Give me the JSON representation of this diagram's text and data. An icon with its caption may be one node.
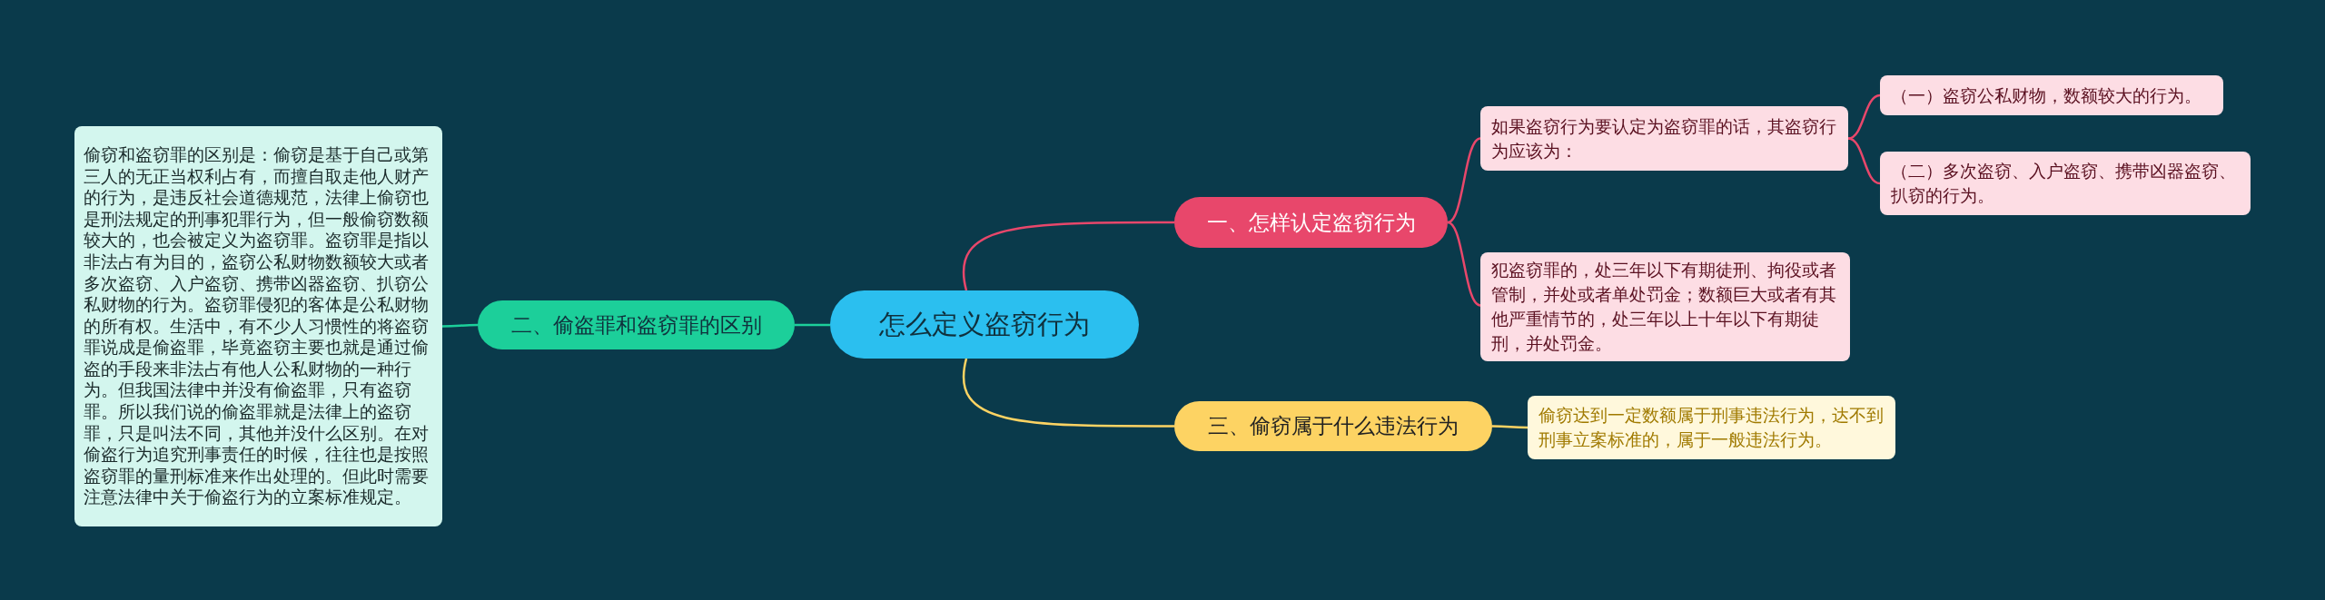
{
  "diagram": {
    "nodes": [
      {
        "text": [
          "怎么定义盗窃行为"
        ]
      },
      {
        "text": [
          "一、怎样认定盗窃行为"
        ]
      },
      {
        "text": [
          "如果盗窃行为要认定为盗窃罪的话，其盗窃行为应该为："
        ]
      },
      {
        "text": [
          "（一）盗窃公私财物，数额较大的行为。"
        ]
      },
      {
        "text": [
          "（二）多次盗窃、入户盗窃、携带凶器盗窃、扒窃的行为。"
        ]
      },
      {
        "text": [
          "犯盗窃罪的，处三年以下有期徒刑、拘役或者管制，并处或者单处罚金；数额巨大或者有其他严重情节的，处三年以上十年以下有期徒刑，并处罚金。"
        ]
      },
      {
        "text": [
          "二、偷盗罪和盗窃罪的区别"
        ]
      },
      {
        "text": [
          "偷窃和盗窃罪的区别是：偷窃是基于自己或第三人的无正当权利占有，而擅自取走他人财产的行为，是违反社会道德规范，法律上偷窃也是刑法规定的刑事犯罪行为，但一般偷窃数额较大的，也会被定义为盗窃罪。盗窃罪是指以非法占有为目的，盗窃公私财物数额较大或者多次盗窃、入户盗窃、携带凶器盗窃、扒窃公私财物的行为。盗窃罪侵犯的客体是公私财物的所有权。生活中，有不少人习惯性的将盗窃罪说成是偷盗罪，毕竟盗窃主要也就是通过偷盗的手段来非法占有他人公私财物的一种行为。但我国法律中并没有偷盗罪，只有盗窃罪。所以我们说的偷盗罪就是法律上的盗窃罪，只是叫法不同，其他并没什么区别。在对偷盗行为追究刑事责任的时候，往往也是按照盗窃罪的量刑标准来作出处理的。但此时需要注意法律中关于偷盗行为的立案标准规定。"
        ]
      },
      {
        "text": [
          "三、偷窃属于什么违法行为"
        ]
      },
      {
        "text": [
          "偷窃达到一定数额属于刑事违法行为，达不到刑事立案标准的，属于一般违法行为。"
        ]
      }
    ],
    "edges": [
      {
        "from": 0,
        "to": 1,
        "arrow": "none"
      },
      {
        "from": 1,
        "to": 2,
        "arrow": "none"
      },
      {
        "from": 2,
        "to": 3,
        "arrow": "none"
      },
      {
        "from": 2,
        "to": 4,
        "arrow": "none"
      },
      {
        "from": 1,
        "to": 5,
        "arrow": "none"
      },
      {
        "from": 0,
        "to": 6,
        "arrow": "none",
        "color": "#1ccf9a"
      },
      {
        "from": 6,
        "to": 7,
        "arrow": "none",
        "color": "#1ccf9a"
      },
      {
        "from": 0,
        "to": 8,
        "arrow": "none",
        "color": "#fdd363"
      },
      {
        "from": 8,
        "to": 9,
        "arrow": "none",
        "color": "#fdd363"
      }
    ]
  }
}
